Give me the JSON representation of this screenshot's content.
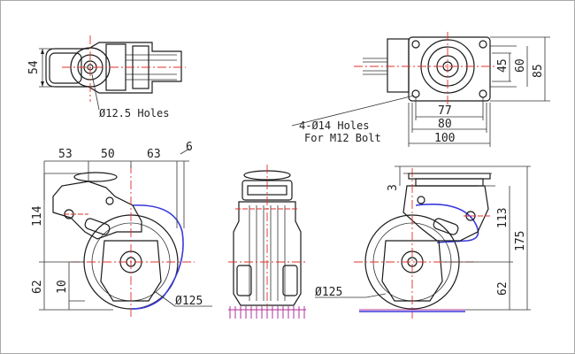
{
  "colors": {
    "outline": "#1a1a1a",
    "centerline": "#e0302a",
    "wheel_highlight": "#3a3adc",
    "floor_hatch": "#b0309a",
    "frame_border": "#a9a9a9"
  },
  "top_left_view": {
    "dims": {
      "width": "54"
    },
    "hole_note": "Ø12.5 Holes"
  },
  "top_right_view": {
    "dims": {
      "h45": "45",
      "h60": "60",
      "h85": "85",
      "w77": "77",
      "w80": "80",
      "w100": "100"
    },
    "hole_note_line1": "4-Ø14 Holes",
    "hole_note_line2": "For M12 Bolt"
  },
  "side_view": {
    "dims": {
      "d53": "53",
      "d50": "50",
      "d63": "63",
      "d6": "6",
      "h114": "114",
      "h62": "62",
      "h10": "10",
      "wheel": "Ø125"
    }
  },
  "rear_view": {
    "dims": {
      "wheel": "Ø125",
      "h3": "3",
      "h113": "113",
      "h175": "175",
      "h62": "62"
    }
  }
}
